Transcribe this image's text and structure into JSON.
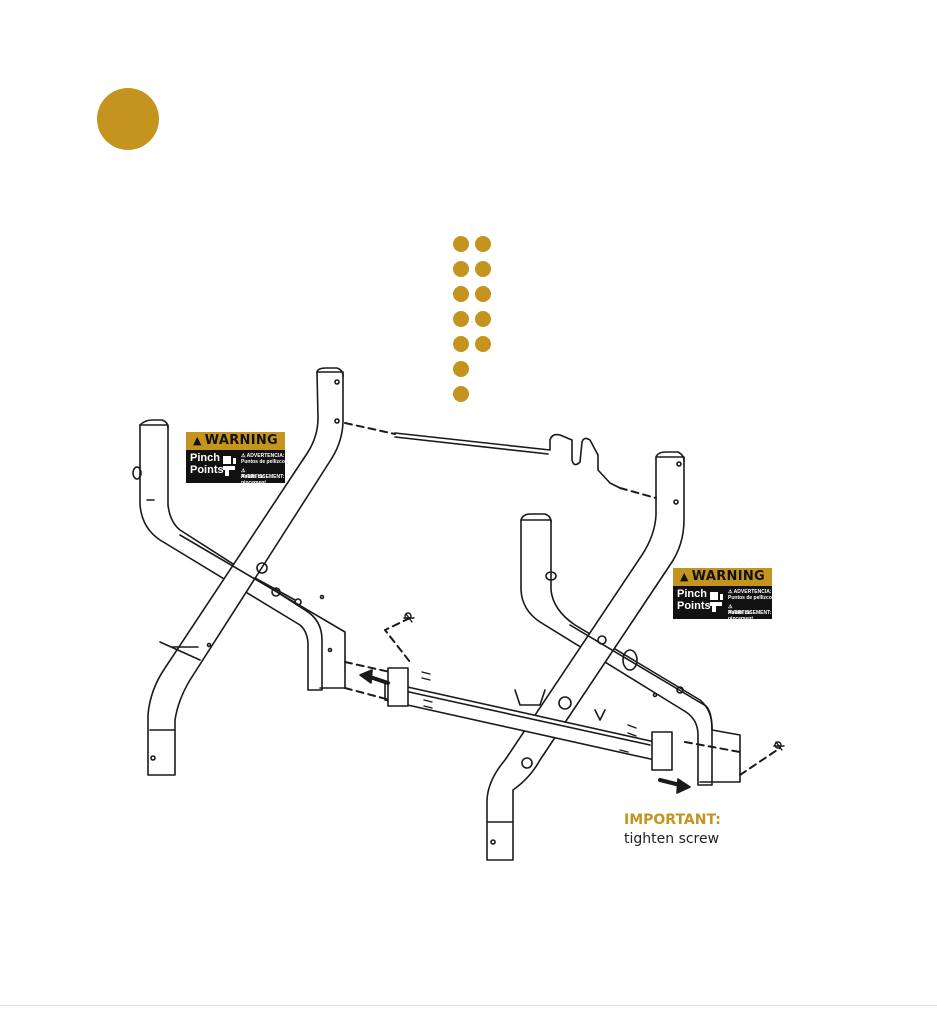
{
  "step": {
    "badge_color": "#C4941E"
  },
  "hardware_dots": {
    "rows": [
      2,
      2,
      2,
      2,
      2,
      1,
      1
    ],
    "color": "#C4941E"
  },
  "warning_labels": [
    {
      "title": "WARNING",
      "pinch_line1": "Pinch",
      "pinch_line2": "Points",
      "es_line1": "⚠ ADVERTENCIA:",
      "es_line2": "Puntos de pellizco",
      "fr_line1": "⚠ AVERTISSEMENT:",
      "fr_line2": "Points de pincement"
    },
    {
      "title": "WARNING",
      "pinch_line1": "Pinch",
      "pinch_line2": "Points",
      "es_line1": "⚠ ADVERTENCIA:",
      "es_line2": "Puntos de pellizco",
      "fr_line1": "⚠ AVERTISSEMENT:",
      "fr_line2": "Points de pincement"
    }
  ],
  "note": {
    "label": "IMPORTANT:",
    "text": "tighten screw"
  },
  "colors": {
    "accent": "#C4941E",
    "label_bg": "#111111",
    "line": "#1a1a1a"
  }
}
